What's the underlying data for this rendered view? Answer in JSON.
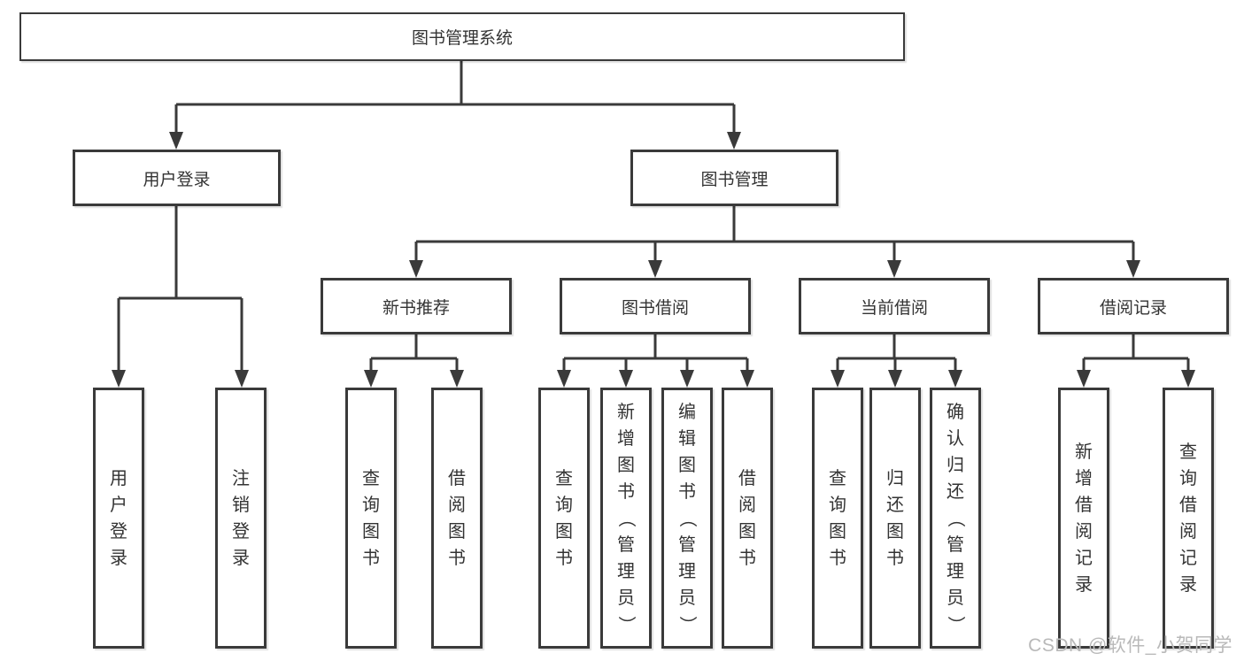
{
  "diagram": {
    "type": "tree",
    "title": "图书管理系统",
    "nodes": {
      "root": "图书管理系统",
      "user_login": "用户登录",
      "book_mgmt": "图书管理",
      "new_books": "新书推荐",
      "book_borrow": "图书借阅",
      "current_borrow": "当前借阅",
      "borrow_records": "借阅记录"
    },
    "leaves": {
      "user_login": [
        "用户登录",
        "注销登录"
      ],
      "new_books": [
        "查询图书",
        "借阅图书"
      ],
      "book_borrow": [
        "查询图书",
        "新增图书（管理员）",
        "编辑图书（管理员）",
        "借阅图书"
      ],
      "current_borrow": [
        "查询图书",
        "归还图书",
        "确认归还（管理员）"
      ],
      "borrow_records": [
        "新增借阅记录",
        "查询借阅记录"
      ]
    },
    "edges": [
      [
        "图书管理系统",
        "用户登录"
      ],
      [
        "图书管理系统",
        "图书管理"
      ],
      [
        "用户登录",
        "用户登录"
      ],
      [
        "用户登录",
        "注销登录"
      ],
      [
        "图书管理",
        "新书推荐"
      ],
      [
        "图书管理",
        "图书借阅"
      ],
      [
        "图书管理",
        "当前借阅"
      ],
      [
        "图书管理",
        "借阅记录"
      ],
      [
        "新书推荐",
        "查询图书"
      ],
      [
        "新书推荐",
        "借阅图书"
      ],
      [
        "图书借阅",
        "查询图书"
      ],
      [
        "图书借阅",
        "新增图书（管理员）"
      ],
      [
        "图书借阅",
        "编辑图书（管理员）"
      ],
      [
        "图书借阅",
        "借阅图书"
      ],
      [
        "当前借阅",
        "查询图书"
      ],
      [
        "当前借阅",
        "归还图书"
      ],
      [
        "当前借阅",
        "确认归还（管理员）"
      ],
      [
        "借阅记录",
        "新增借阅记录"
      ],
      [
        "借阅记录",
        "查询借阅记录"
      ]
    ]
  },
  "watermark": "CSDN @软件_小贺同学",
  "colors": {
    "line": "#3a3a3a",
    "border": "#3a3a3a",
    "fill": "#ffffff",
    "text": "#333333",
    "watermark": "#b9b9b9"
  }
}
